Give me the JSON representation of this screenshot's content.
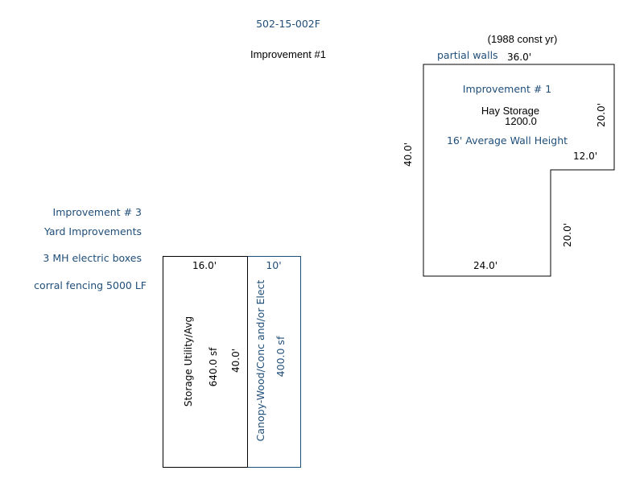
{
  "parcel_id": "502-15-002F",
  "title": "Improvement #1",
  "improvement1": {
    "const_year": "(1988 const yr)",
    "partial_walls": "partial walls",
    "label": "Improvement # 1",
    "use": "Hay Storage",
    "area": "1200.0",
    "wall_height": "16' Average Wall Height",
    "dims": {
      "top": "36.0'",
      "left": "40.0'",
      "right_upper": "20.0'",
      "notch_horizontal": "12.0'",
      "notch_vertical": "20.0'",
      "bottom": "24.0'"
    }
  },
  "improvement3": {
    "label": "Improvement # 3",
    "type": "Yard Improvements",
    "notes": [
      "3 MH electric boxes",
      "corral fencing 5000 LF"
    ]
  },
  "storage": {
    "width": "16.0'",
    "use": "Storage Utility/Avg",
    "area": "640.0 sf",
    "length": "40.0'"
  },
  "canopy": {
    "width": "10'",
    "use": "Canopy-Wood/Conc and/or Elect",
    "area": "400.0 sf"
  },
  "colors": {
    "line": "#000000",
    "note": "#1f4e79"
  }
}
